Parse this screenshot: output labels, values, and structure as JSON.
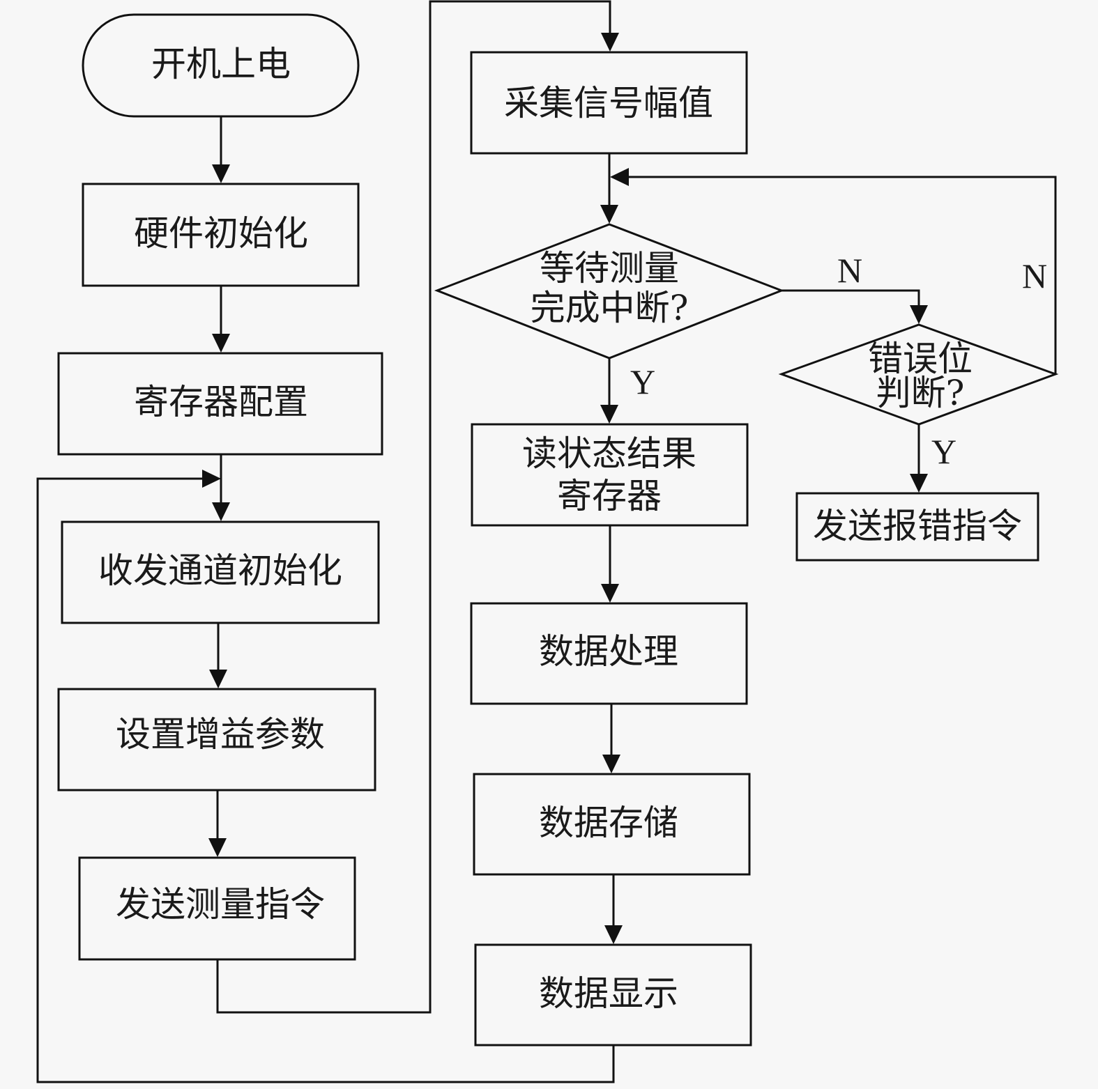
{
  "diagram": {
    "type": "flowchart",
    "nodes": {
      "start": {
        "shape": "terminator",
        "lines": [
          "开机上电"
        ]
      },
      "hw_init": {
        "shape": "process",
        "lines": [
          "硬件初始化"
        ]
      },
      "reg_config": {
        "shape": "process",
        "lines": [
          "寄存器配置"
        ]
      },
      "channel_init": {
        "shape": "process",
        "lines": [
          "收发通道初始化"
        ]
      },
      "set_gain": {
        "shape": "process",
        "lines": [
          "设置增益参数"
        ]
      },
      "send_measure": {
        "shape": "process",
        "lines": [
          "发送测量指令"
        ]
      },
      "sample_amp": {
        "shape": "process",
        "lines": [
          "采集信号幅值"
        ]
      },
      "wait_irq": {
        "shape": "decision",
        "lines": [
          "等待测量",
          "完成中断?"
        ]
      },
      "read_status": {
        "shape": "process",
        "lines": [
          "读状态结果",
          "寄存器"
        ]
      },
      "data_process": {
        "shape": "process",
        "lines": [
          "数据处理"
        ]
      },
      "data_store": {
        "shape": "process",
        "lines": [
          "数据存储"
        ]
      },
      "data_display": {
        "shape": "process",
        "lines": [
          "数据显示"
        ]
      },
      "error_check": {
        "shape": "decision",
        "lines": [
          "错误位",
          "判断?"
        ]
      },
      "send_error": {
        "shape": "process",
        "lines": [
          "发送报错指令"
        ]
      }
    },
    "edges": [
      {
        "from": "start",
        "to": "hw_init",
        "label": ""
      },
      {
        "from": "hw_init",
        "to": "reg_config",
        "label": ""
      },
      {
        "from": "reg_config",
        "to": "channel_init",
        "label": ""
      },
      {
        "from": "channel_init",
        "to": "set_gain",
        "label": ""
      },
      {
        "from": "set_gain",
        "to": "send_measure",
        "label": ""
      },
      {
        "from": "send_measure",
        "to": "sample_amp",
        "label": ""
      },
      {
        "from": "sample_amp",
        "to": "wait_irq",
        "label": ""
      },
      {
        "from": "wait_irq",
        "to": "read_status",
        "label": "Y"
      },
      {
        "from": "wait_irq",
        "to": "error_check",
        "label": "N"
      },
      {
        "from": "error_check",
        "to": "send_error",
        "label": "Y"
      },
      {
        "from": "error_check",
        "to": "wait_irq",
        "label": "N"
      },
      {
        "from": "read_status",
        "to": "data_process",
        "label": ""
      },
      {
        "from": "data_process",
        "to": "data_store",
        "label": ""
      },
      {
        "from": "data_store",
        "to": "data_display",
        "label": ""
      },
      {
        "from": "data_display",
        "to": "channel_init",
        "label": ""
      }
    ],
    "labels": {
      "yes": "Y",
      "no": "N"
    }
  }
}
